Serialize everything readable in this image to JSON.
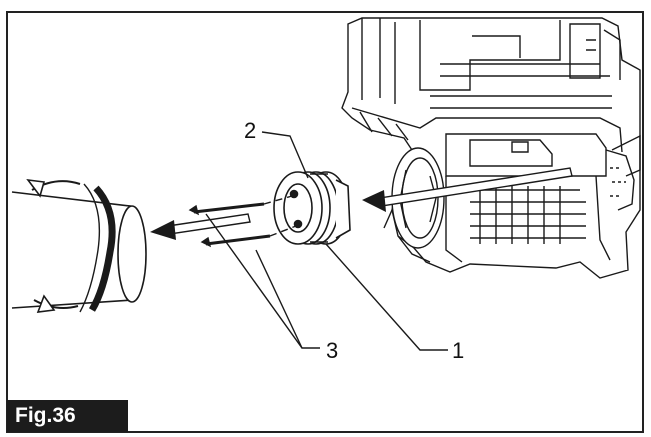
{
  "figure": {
    "label": "Fig.36",
    "callouts": {
      "one": "1",
      "two": "2",
      "three": "3"
    }
  },
  "colors": {
    "line": "#1a1a1a",
    "frame": "#222222",
    "label_bg": "#1c1c1c",
    "label_text": "#ffffff"
  }
}
